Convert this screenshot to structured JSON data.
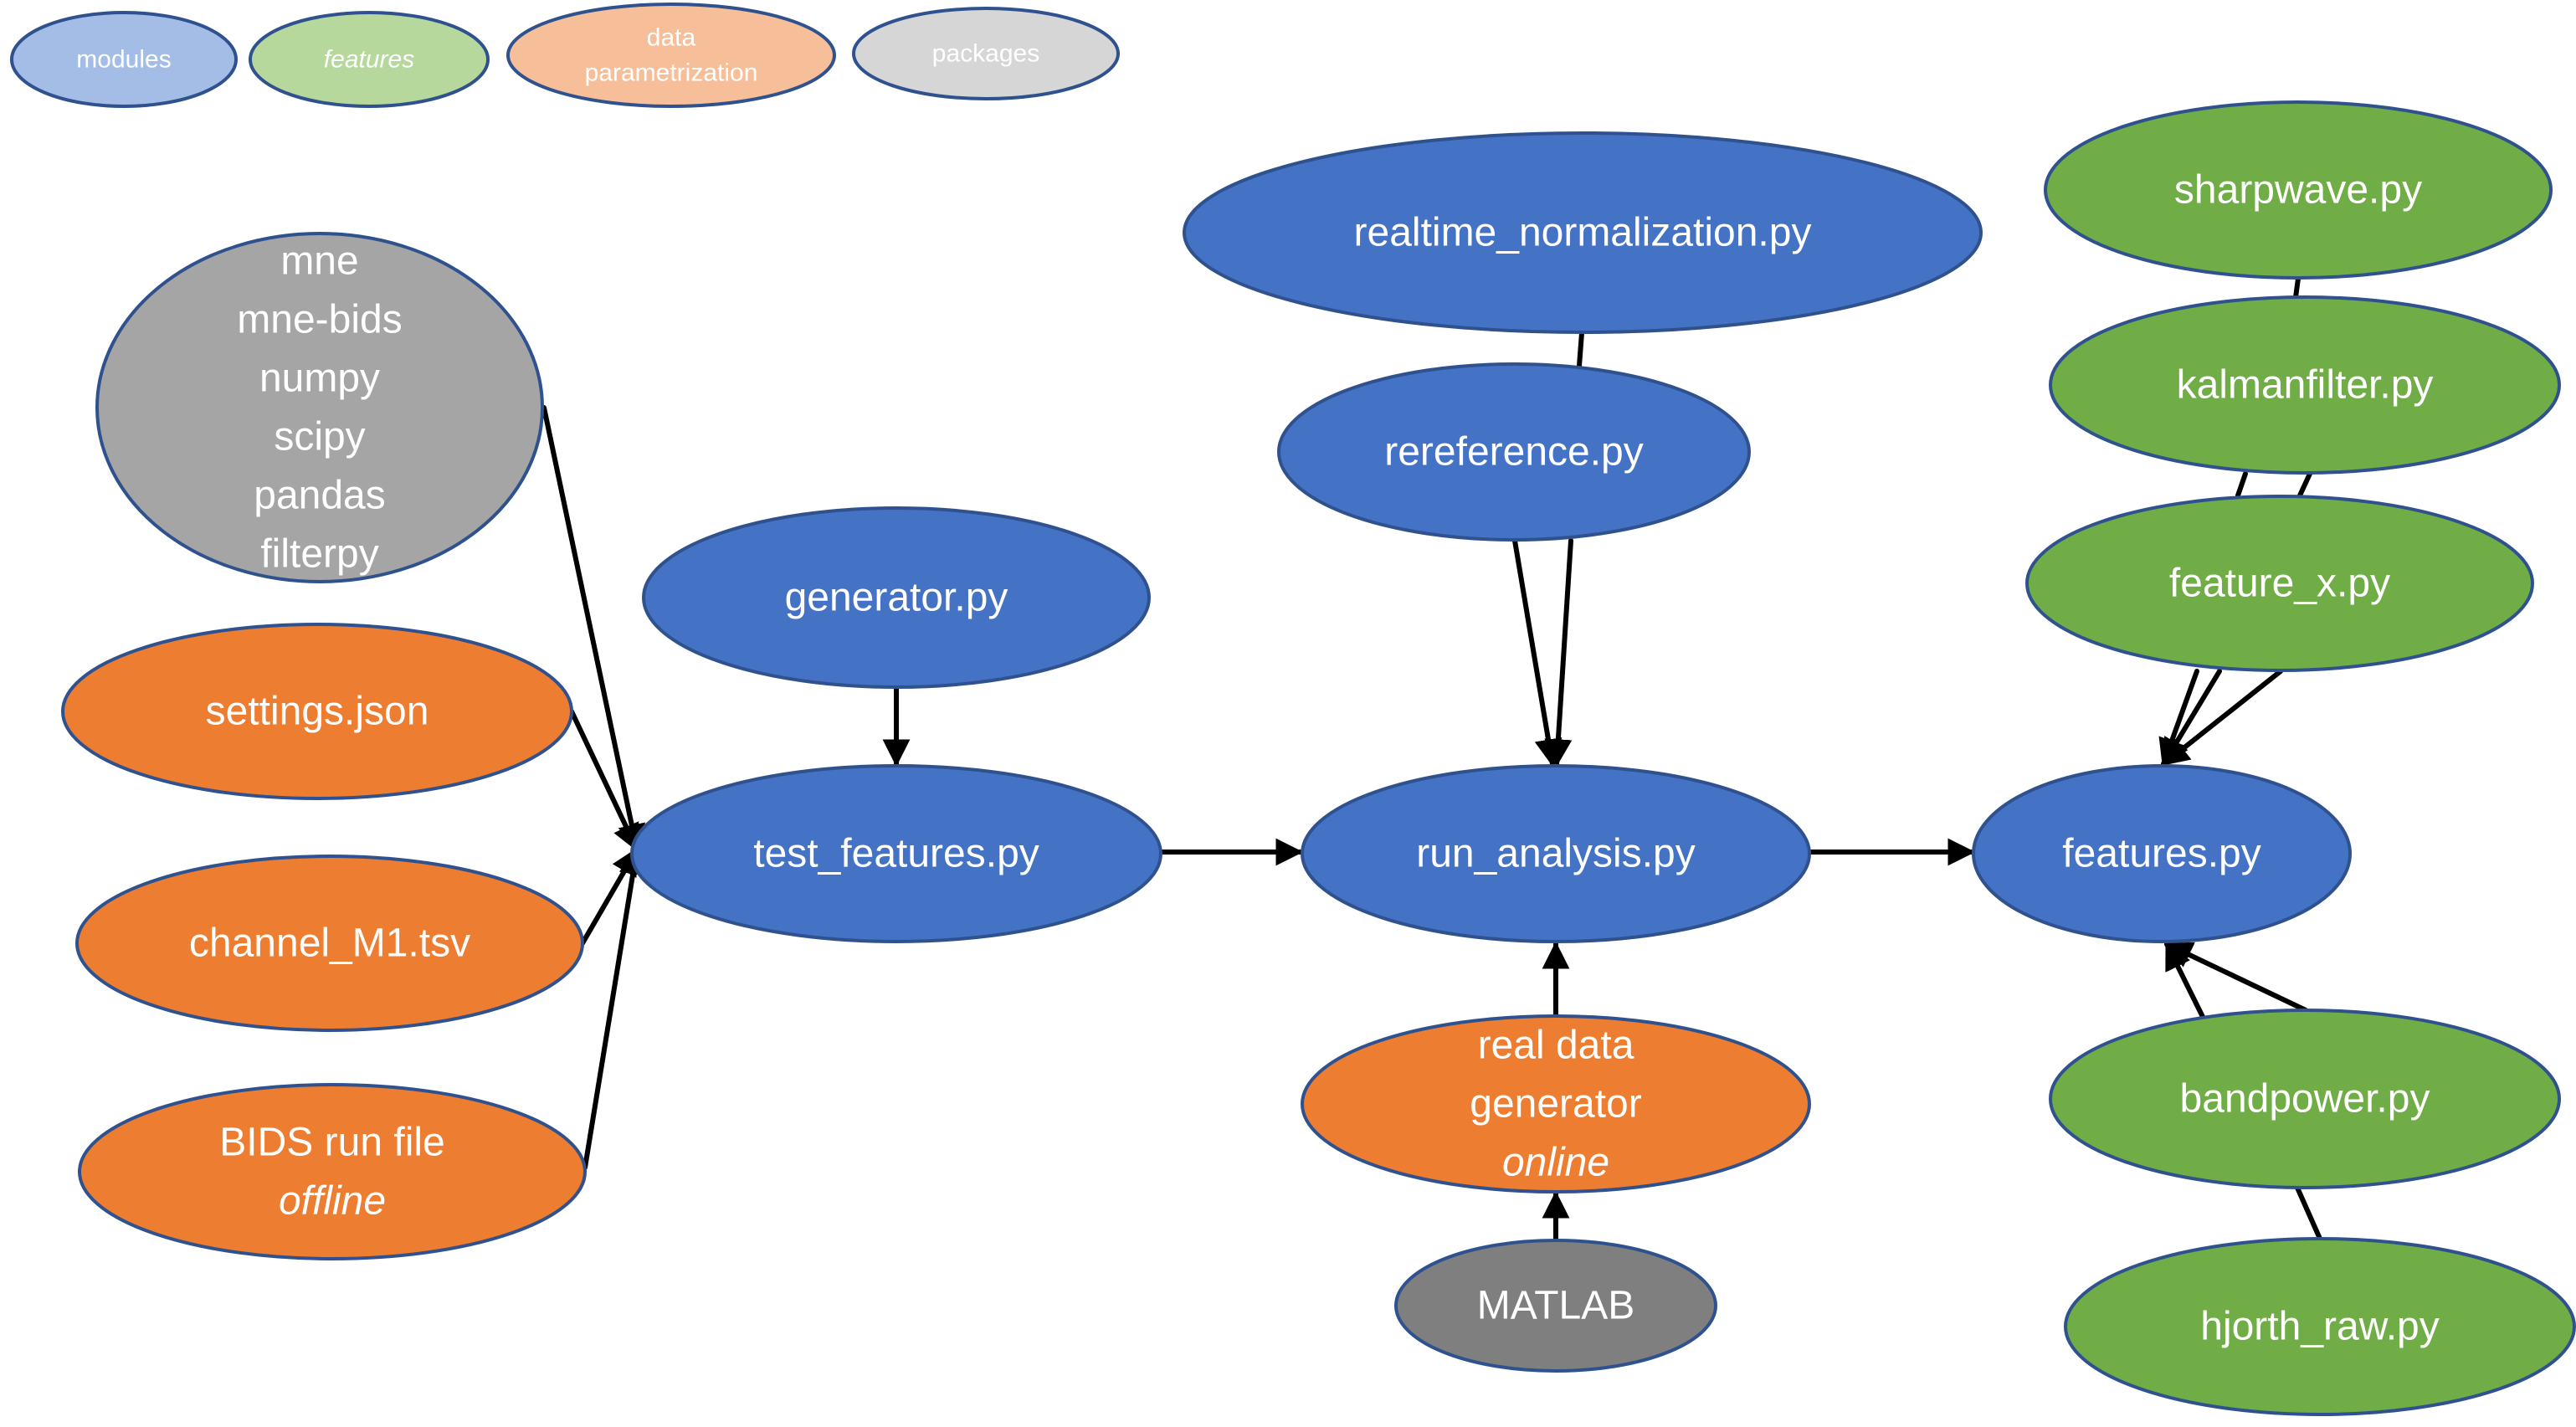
{
  "legend": [
    {
      "id": "legend-modules",
      "lines": [
        "modules"
      ],
      "fill": "#a4bde6",
      "stroke": "#2f528f",
      "text_color": "#ffffff",
      "italic": false
    },
    {
      "id": "legend-features",
      "lines": [
        "features"
      ],
      "fill": "#b6d89c",
      "stroke": "#2f528f",
      "text_color": "#ffffff",
      "italic": true
    },
    {
      "id": "legend-data-parametrization",
      "lines": [
        "data",
        "parametrization"
      ],
      "fill": "#f6bf99",
      "stroke": "#2f528f",
      "text_color": "#ffffff",
      "italic": false
    },
    {
      "id": "legend-packages",
      "lines": [
        "packages"
      ],
      "fill": "#d6d6d6",
      "stroke": "#2f528f",
      "text_color": "#ffffff",
      "italic": false
    }
  ],
  "nodes": [
    {
      "id": "packages",
      "category": "packages",
      "lines": [
        {
          "text": "mne"
        },
        {
          "text": "mne-bids"
        },
        {
          "text": "numpy"
        },
        {
          "text": "scipy"
        },
        {
          "text": "pandas"
        },
        {
          "text": "filterpy"
        }
      ]
    },
    {
      "id": "settings-json",
      "category": "data",
      "lines": [
        {
          "text": "settings.json"
        }
      ]
    },
    {
      "id": "channel-m1-tsv",
      "category": "data",
      "lines": [
        {
          "text": "channel_M1.tsv"
        }
      ]
    },
    {
      "id": "bids-run-file",
      "category": "data",
      "lines": [
        {
          "text": "BIDS run file"
        },
        {
          "text": "offline",
          "italic": true
        }
      ]
    },
    {
      "id": "generator-py",
      "category": "modules",
      "lines": [
        {
          "text": "generator.py"
        }
      ]
    },
    {
      "id": "test-features-py",
      "category": "modules",
      "lines": [
        {
          "text": "test_features.py"
        }
      ]
    },
    {
      "id": "realtime-normalization-py",
      "category": "modules",
      "lines": [
        {
          "text": "realtime_normalization.py"
        }
      ]
    },
    {
      "id": "rereference-py",
      "category": "modules",
      "lines": [
        {
          "text": "rereference.py"
        }
      ]
    },
    {
      "id": "run-analysis-py",
      "category": "modules",
      "lines": [
        {
          "text": "run_analysis.py"
        }
      ]
    },
    {
      "id": "real-data-generator",
      "category": "data",
      "lines": [
        {
          "text": "real data"
        },
        {
          "text": "generator"
        },
        {
          "text": "online",
          "italic": true
        }
      ]
    },
    {
      "id": "matlab",
      "category": "matlab",
      "lines": [
        {
          "text": "MATLAB"
        }
      ]
    },
    {
      "id": "sharpwave-py",
      "category": "features",
      "lines": [
        {
          "text": "sharpwave.py"
        }
      ]
    },
    {
      "id": "kalmanfilter-py",
      "category": "features",
      "lines": [
        {
          "text": "kalmanfilter.py"
        }
      ]
    },
    {
      "id": "feature-x-py",
      "category": "features",
      "lines": [
        {
          "text": "feature_x.py"
        }
      ]
    },
    {
      "id": "features-py",
      "category": "modules",
      "lines": [
        {
          "text": "features.py"
        }
      ]
    },
    {
      "id": "bandpower-py",
      "category": "features",
      "lines": [
        {
          "text": "bandpower.py"
        }
      ]
    },
    {
      "id": "hjorth-raw-py",
      "category": "features",
      "lines": [
        {
          "text": "hjorth_raw.py"
        }
      ]
    }
  ],
  "categories": {
    "modules": {
      "fill": "#4472c4",
      "stroke": "#2f528f",
      "text_color": "#ffffff"
    },
    "features": {
      "fill": "#70ad47",
      "stroke": "#2f528f",
      "text_color": "#ffffff"
    },
    "data": {
      "fill": "#ed7d31",
      "stroke": "#2f528f",
      "text_color": "#ffffff"
    },
    "packages": {
      "fill": "#a5a5a5",
      "stroke": "#2f528f",
      "text_color": "#ffffff"
    },
    "matlab": {
      "fill": "#7f7f7f",
      "stroke": "#2f528f",
      "text_color": "#ffffff"
    }
  },
  "edges": [
    {
      "id": "packages-to-test-features",
      "from": "packages",
      "to": "test-features-py",
      "arrow": true
    },
    {
      "id": "settings-to-test-features",
      "from": "settings-json",
      "to": "test-features-py",
      "arrow": true
    },
    {
      "id": "channel-to-test-features",
      "from": "channel-m1-tsv",
      "to": "test-features-py",
      "arrow": true
    },
    {
      "id": "bids-to-test-features",
      "from": "bids-run-file",
      "to": "test-features-py",
      "arrow": true
    },
    {
      "id": "generator-to-test-features",
      "from": "generator-py",
      "to": "test-features-py",
      "arrow": true
    },
    {
      "id": "test-features-to-run-analysis",
      "from": "test-features-py",
      "to": "run-analysis-py",
      "arrow": true
    },
    {
      "id": "normalization-to-rereference",
      "from": "realtime-normalization-py",
      "to": "rereference-py",
      "arrow": false
    },
    {
      "id": "rereference-to-run-analysis-a",
      "from": "rereference-py",
      "to": "run-analysis-py",
      "arrow": true
    },
    {
      "id": "rereference-to-run-analysis-b",
      "from": "rereference-py",
      "to": "run-analysis-py",
      "arrow": true
    },
    {
      "id": "real-data-to-run-analysis",
      "from": "real-data-generator",
      "to": "run-analysis-py",
      "arrow": true
    },
    {
      "id": "matlab-to-real-data",
      "from": "matlab",
      "to": "real-data-generator",
      "arrow": true
    },
    {
      "id": "run-analysis-to-features",
      "from": "run-analysis-py",
      "to": "features-py",
      "arrow": true
    },
    {
      "id": "sharpwave-to-kalmanfilter",
      "from": "sharpwave-py",
      "to": "kalmanfilter-py",
      "arrow": false
    },
    {
      "id": "kalmanfilter-to-feature-x-a",
      "from": "kalmanfilter-py",
      "to": "feature-x-py",
      "arrow": false
    },
    {
      "id": "kalmanfilter-to-feature-x-b",
      "from": "kalmanfilter-py",
      "to": "feature-x-py",
      "arrow": false
    },
    {
      "id": "feature-x-to-features-a",
      "from": "feature-x-py",
      "to": "features-py",
      "arrow": true
    },
    {
      "id": "feature-x-to-features-b",
      "from": "feature-x-py",
      "to": "features-py",
      "arrow": true
    },
    {
      "id": "feature-x-to-features-c",
      "from": "feature-x-py",
      "to": "features-py",
      "arrow": true
    },
    {
      "id": "bandpower-to-features-a",
      "from": "bandpower-py",
      "to": "features-py",
      "arrow": true
    },
    {
      "id": "bandpower-to-features-b",
      "from": "bandpower-py",
      "to": "features-py",
      "arrow": true
    },
    {
      "id": "hjorth-to-bandpower",
      "from": "hjorth-raw-py",
      "to": "bandpower-py",
      "arrow": false
    }
  ]
}
